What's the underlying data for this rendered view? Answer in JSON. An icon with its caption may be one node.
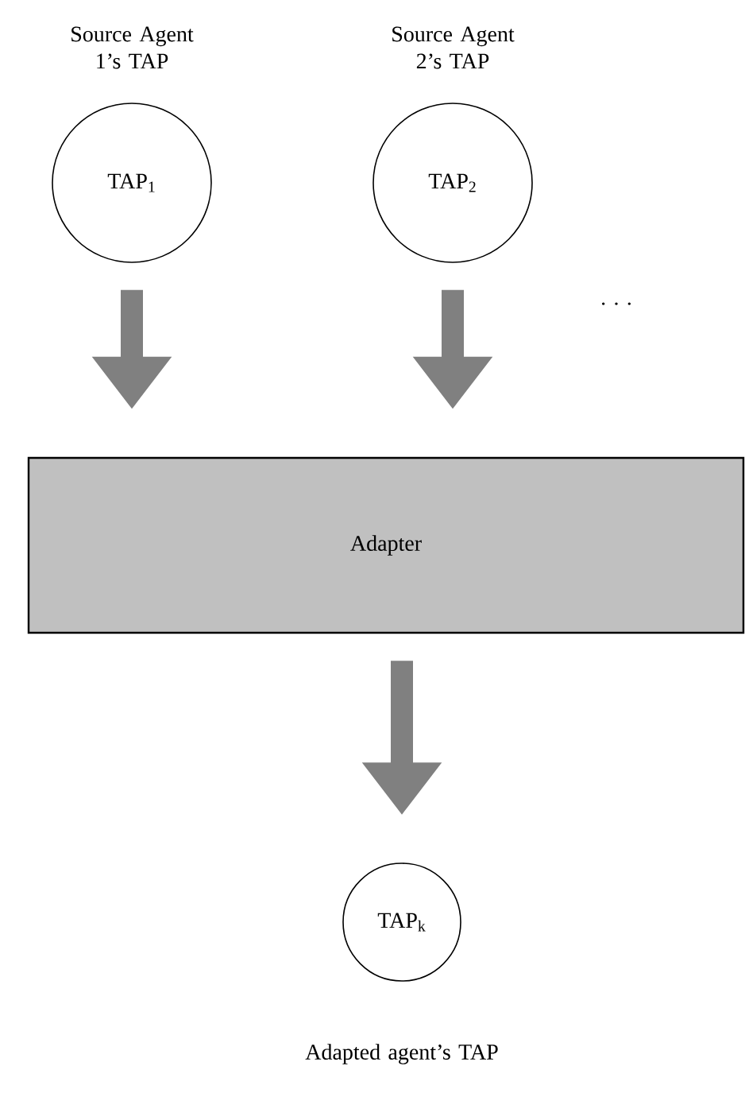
{
  "diagram": {
    "nodes": [
      {
        "text": [
          "TAP$_{1}$"
        ],
        "beside": [
          "Source Agent 1’s TAP"
        ]
      },
      {
        "text": [
          "TAP$_{2}$"
        ],
        "beside": [
          "Source Agent 2’s TAP"
        ]
      },
      {
        "text": [
          "Adapter"
        ]
      },
      {
        "text": [
          "TAP$_{k}$"
        ],
        "beside": [
          "Adapted agent’s TAP"
        ]
      }
    ],
    "edges": [
      {
        "from": 0,
        "to": 2,
        "arrow": "to"
      },
      {
        "from": 1,
        "to": 2,
        "arrow": "to"
      },
      {
        "from": 2,
        "to": 3,
        "arrow": "to"
      }
    ],
    "labels": [
      "· · ·"
    ]
  }
}
